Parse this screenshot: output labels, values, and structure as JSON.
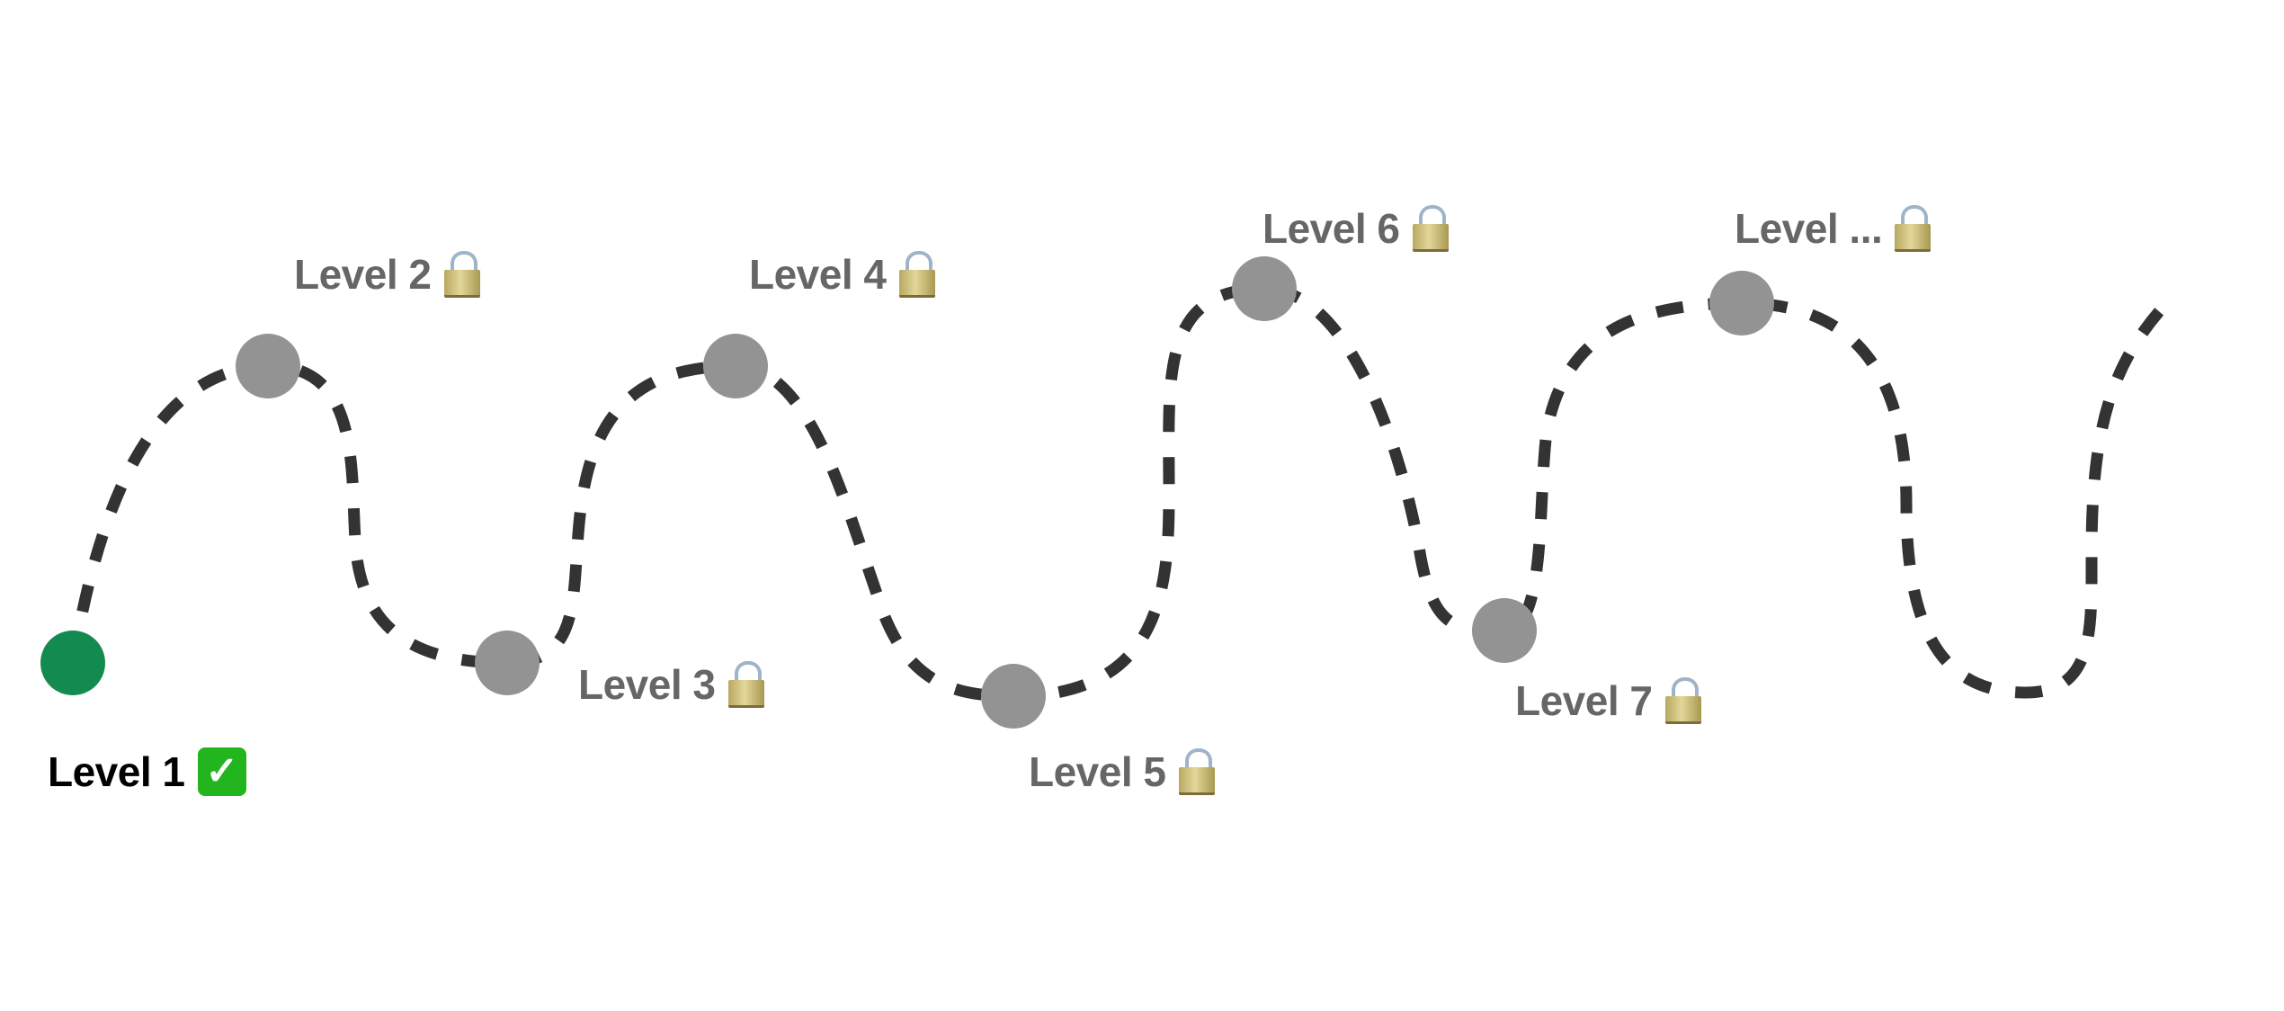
{
  "levels": [
    {
      "label": "Level 1",
      "status": "completed",
      "icon": "check-mark-icon",
      "check_glyph": "✓"
    },
    {
      "label": "Level 2",
      "status": "locked",
      "icon": "lock-icon"
    },
    {
      "label": "Level 3",
      "status": "locked",
      "icon": "lock-icon"
    },
    {
      "label": "Level 4",
      "status": "locked",
      "icon": "lock-icon"
    },
    {
      "label": "Level 5",
      "status": "locked",
      "icon": "lock-icon"
    },
    {
      "label": "Level 6",
      "status": "locked",
      "icon": "lock-icon"
    },
    {
      "label": "Level 7",
      "status": "locked",
      "icon": "lock-icon"
    },
    {
      "label": "Level ...",
      "status": "locked",
      "icon": "lock-icon"
    }
  ],
  "colors": {
    "completed": "#138a4f",
    "locked": "#939393",
    "path": "#333333",
    "label_locked": "#666666",
    "label_done": "#000000"
  }
}
